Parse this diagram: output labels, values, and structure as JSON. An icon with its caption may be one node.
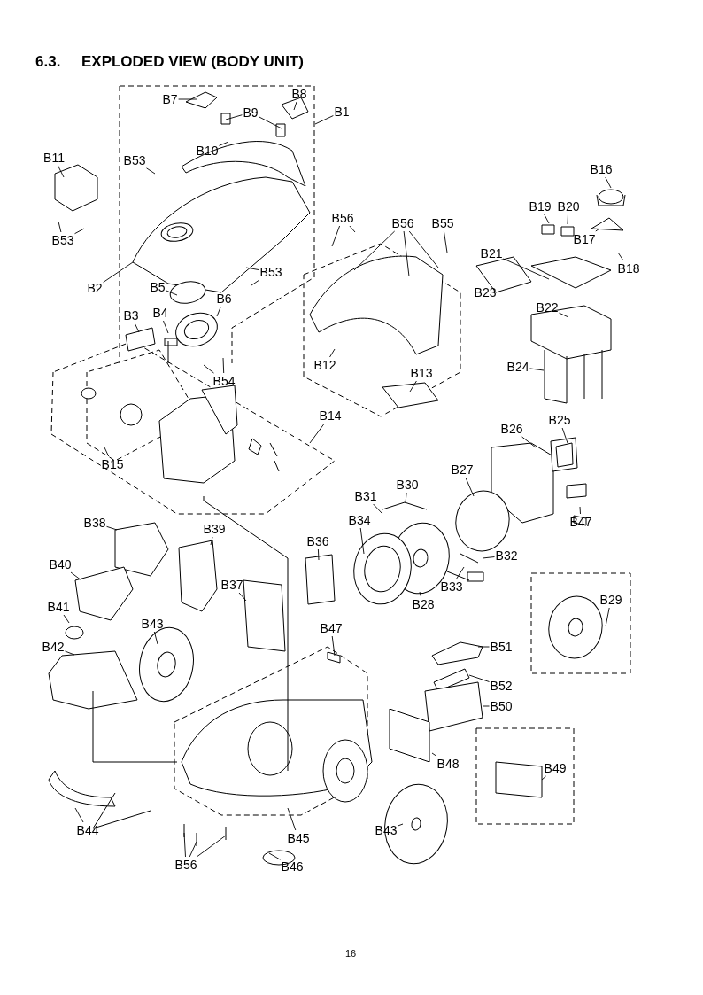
{
  "diagram": {
    "title": "6.3.     EXPLODED VIEW (BODY UNIT)",
    "nodes": [
      {
        "text": [
          "B7"
        ]
      },
      {
        "text": [
          "B8"
        ]
      },
      {
        "text": [
          "B9"
        ]
      },
      {
        "text": [
          "B1"
        ]
      },
      {
        "text": [
          "B10"
        ]
      },
      {
        "text": [
          "B11"
        ]
      },
      {
        "text": [
          "B53"
        ]
      },
      {
        "text": [
          "B16"
        ]
      },
      {
        "text": [
          "B19"
        ]
      },
      {
        "text": [
          "B20"
        ]
      },
      {
        "text": [
          "B56"
        ]
      },
      {
        "text": [
          "B56"
        ]
      },
      {
        "text": [
          "B55"
        ]
      },
      {
        "text": [
          "B53"
        ]
      },
      {
        "text": [
          "B17"
        ]
      },
      {
        "text": [
          "B21"
        ]
      },
      {
        "text": [
          "B18"
        ]
      },
      {
        "text": [
          "B53"
        ]
      },
      {
        "text": [
          "B2"
        ]
      },
      {
        "text": [
          "B5"
        ]
      },
      {
        "text": [
          "B23"
        ]
      },
      {
        "text": [
          "B6"
        ]
      },
      {
        "text": [
          "B22"
        ]
      },
      {
        "text": [
          "B3"
        ]
      },
      {
        "text": [
          "B4"
        ]
      },
      {
        "text": [
          "B12"
        ]
      },
      {
        "text": [
          "B24"
        ]
      },
      {
        "text": [
          "B13"
        ]
      },
      {
        "text": [
          "B54"
        ]
      },
      {
        "text": [
          "B14"
        ]
      },
      {
        "text": [
          "B25"
        ]
      },
      {
        "text": [
          "B26"
        ]
      },
      {
        "text": [
          "B15"
        ]
      },
      {
        "text": [
          "B27"
        ]
      },
      {
        "text": [
          "B30"
        ]
      },
      {
        "text": [
          "B31"
        ]
      },
      {
        "text": [
          "B34"
        ]
      },
      {
        "text": [
          "B47"
        ]
      },
      {
        "text": [
          "B38"
        ]
      },
      {
        "text": [
          "B39"
        ]
      },
      {
        "text": [
          "B36"
        ]
      },
      {
        "text": [
          "B32"
        ]
      },
      {
        "text": [
          "B40"
        ]
      },
      {
        "text": [
          "B37"
        ]
      },
      {
        "text": [
          "B33"
        ]
      },
      {
        "text": [
          "B29"
        ]
      },
      {
        "text": [
          "B28"
        ]
      },
      {
        "text": [
          "B41"
        ]
      },
      {
        "text": [
          "B43"
        ]
      },
      {
        "text": [
          "B47"
        ]
      },
      {
        "text": [
          "B51"
        ]
      },
      {
        "text": [
          "B42"
        ]
      },
      {
        "text": [
          "B52"
        ]
      },
      {
        "text": [
          "B50"
        ]
      },
      {
        "text": [
          "B48"
        ]
      },
      {
        "text": [
          "B49"
        ]
      },
      {
        "text": [
          "B44"
        ]
      },
      {
        "text": [
          "B43"
        ]
      },
      {
        "text": [
          "B45"
        ]
      },
      {
        "text": [
          "B56"
        ]
      },
      {
        "text": [
          "B46"
        ]
      }
    ],
    "edges": [
      {
        "from": 0,
        "to": null,
        "arrow": "none"
      },
      {
        "from": 1,
        "to": null,
        "arrow": "none"
      },
      {
        "from": 2,
        "to": null,
        "arrow": "none"
      },
      {
        "from": 2,
        "to": null,
        "arrow": "none"
      },
      {
        "from": 3,
        "to": null,
        "arrow": "none"
      },
      {
        "from": 4,
        "to": null,
        "arrow": "none"
      },
      {
        "from": 5,
        "to": null,
        "arrow": "none"
      },
      {
        "from": 6,
        "to": null,
        "arrow": "none"
      },
      {
        "from": 7,
        "to": null,
        "arrow": "none"
      },
      {
        "from": 8,
        "to": null,
        "arrow": "none"
      },
      {
        "from": 9,
        "to": null,
        "arrow": "none"
      },
      {
        "from": 10,
        "to": null,
        "arrow": "none"
      },
      {
        "from": 10,
        "to": null,
        "arrow": "none"
      },
      {
        "from": 11,
        "to": null,
        "arrow": "none"
      },
      {
        "from": 11,
        "to": null,
        "arrow": "none"
      },
      {
        "from": 11,
        "to": null,
        "arrow": "none"
      },
      {
        "from": 12,
        "to": null,
        "arrow": "none"
      },
      {
        "from": 13,
        "to": null,
        "arrow": "none"
      },
      {
        "from": 13,
        "to": null,
        "arrow": "none"
      },
      {
        "from": 14,
        "to": null,
        "arrow": "none"
      },
      {
        "from": 15,
        "to": null,
        "arrow": "none"
      },
      {
        "from": 16,
        "to": null,
        "arrow": "none"
      },
      {
        "from": 17,
        "to": null,
        "arrow": "none"
      },
      {
        "from": 17,
        "to": null,
        "arrow": "none"
      },
      {
        "from": 18,
        "to": null,
        "arrow": "none"
      },
      {
        "from": 19,
        "to": null,
        "arrow": "none"
      },
      {
        "from": 21,
        "to": null,
        "arrow": "none"
      },
      {
        "from": 22,
        "to": null,
        "arrow": "none"
      },
      {
        "from": 23,
        "to": null,
        "arrow": "none"
      },
      {
        "from": 24,
        "to": null,
        "arrow": "none"
      },
      {
        "from": 25,
        "to": null,
        "arrow": "none"
      },
      {
        "from": 26,
        "to": null,
        "arrow": "none"
      },
      {
        "from": 27,
        "to": null,
        "arrow": "none"
      },
      {
        "from": 28,
        "to": null,
        "arrow": "none"
      },
      {
        "from": 28,
        "to": null,
        "arrow": "none"
      },
      {
        "from": 29,
        "to": null,
        "arrow": "none"
      },
      {
        "from": 30,
        "to": null,
        "arrow": "none"
      },
      {
        "from": 31,
        "to": null,
        "arrow": "none"
      },
      {
        "from": 32,
        "to": null,
        "arrow": "none"
      },
      {
        "from": 33,
        "to": null,
        "arrow": "none"
      },
      {
        "from": 34,
        "to": null,
        "arrow": "none"
      },
      {
        "from": 35,
        "to": null,
        "arrow": "none"
      },
      {
        "from": 36,
        "to": null,
        "arrow": "none"
      },
      {
        "from": 37,
        "to": null,
        "arrow": "none"
      },
      {
        "from": 38,
        "to": null,
        "arrow": "none"
      },
      {
        "from": 39,
        "to": null,
        "arrow": "none"
      },
      {
        "from": 40,
        "to": null,
        "arrow": "none"
      },
      {
        "from": 41,
        "to": null,
        "arrow": "none"
      },
      {
        "from": 42,
        "to": null,
        "arrow": "none"
      },
      {
        "from": 43,
        "to": null,
        "arrow": "none"
      },
      {
        "from": 44,
        "to": null,
        "arrow": "none"
      },
      {
        "from": 45,
        "to": null,
        "arrow": "none"
      },
      {
        "from": 46,
        "to": null,
        "arrow": "none"
      },
      {
        "from": 47,
        "to": null,
        "arrow": "none"
      },
      {
        "from": 48,
        "to": null,
        "arrow": "none"
      },
      {
        "from": 49,
        "to": null,
        "arrow": "none"
      },
      {
        "from": 50,
        "to": null,
        "arrow": "none"
      },
      {
        "from": 51,
        "to": null,
        "arrow": "none"
      },
      {
        "from": 52,
        "to": null,
        "arrow": "none"
      },
      {
        "from": 53,
        "to": null,
        "arrow": "none"
      },
      {
        "from": 54,
        "to": null,
        "arrow": "none"
      },
      {
        "from": 55,
        "to": null,
        "arrow": "none"
      },
      {
        "from": 56,
        "to": null,
        "arrow": "none"
      },
      {
        "from": 57,
        "to": null,
        "arrow": "none"
      },
      {
        "from": 58,
        "to": null,
        "arrow": "none"
      },
      {
        "from": 59,
        "to": null,
        "arrow": "none"
      },
      {
        "from": 59,
        "to": null,
        "arrow": "none"
      },
      {
        "from": 59,
        "to": null,
        "arrow": "none"
      },
      {
        "from": 60,
        "to": null,
        "arrow": "none"
      }
    ],
    "labels": [
      "16"
    ]
  }
}
